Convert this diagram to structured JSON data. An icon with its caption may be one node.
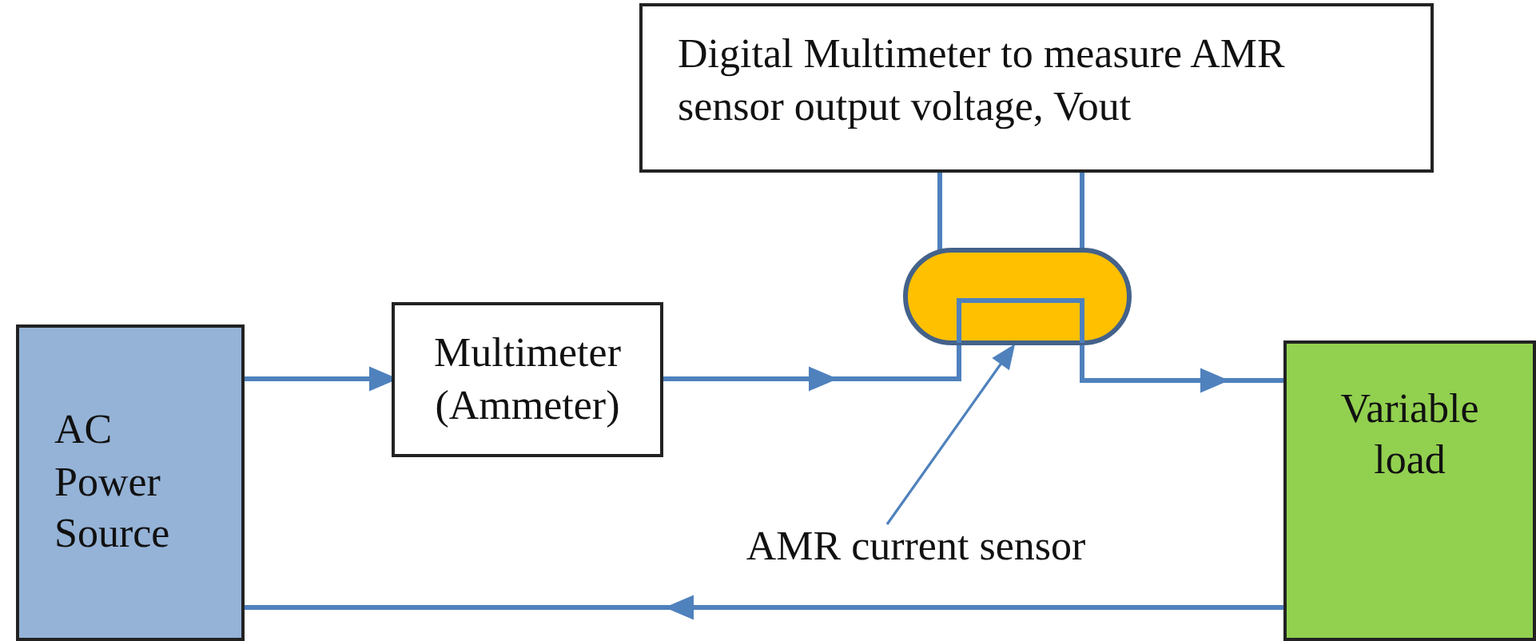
{
  "diagram": {
    "nodes": [
      {
        "text": [
          "AC Power Source"
        ]
      },
      {
        "text": [
          "Multimeter (Ammeter)"
        ]
      },
      {
        "text": [
          "Digital Multimeter to measure AMR sensor output voltage, Vout"
        ]
      },
      {
        "text": [],
        "shape": "capsule"
      },
      {
        "text": [
          "AMR current sensor"
        ]
      },
      {
        "text": [
          "Variable load"
        ]
      }
    ],
    "edges": [
      {
        "from": 0,
        "to": 1,
        "arrow": "to"
      },
      {
        "from": 1,
        "to": 3,
        "arrow": "to"
      },
      {
        "from": 3,
        "to": 5,
        "arrow": "to"
      },
      {
        "from": 2,
        "to": 3,
        "arrow": "none"
      },
      {
        "from": 2,
        "to": 3,
        "arrow": "none"
      },
      {
        "from": 4,
        "to": 3,
        "arrow": "to"
      },
      {
        "from": 5,
        "to": 0,
        "arrow": "to"
      }
    ]
  }
}
